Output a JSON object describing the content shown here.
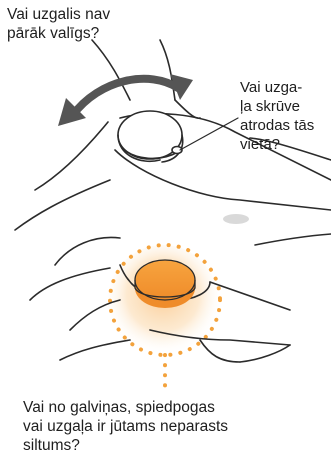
{
  "labels": {
    "question_cap_tight": "Vai uzgalis nav\npārāk valīgs?",
    "question_screw_position": "Vai uzga-\nļa skrūve\natrodas tās\nvietā?",
    "question_warm": "Vai no galviņas, spiedpogas\nvai uzgaļa ir jūtams neparasts\nsiltums?"
  },
  "colors": {
    "outline": "#2b2b2b",
    "arrow": "#555555",
    "button_orange": "#f39a3c",
    "glow": "#f7b35b",
    "dots": "#f3a23c",
    "shade": "#d9d9d9"
  }
}
